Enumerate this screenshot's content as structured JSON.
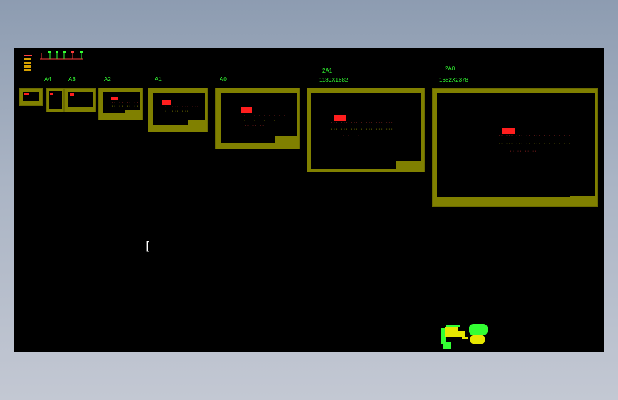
{
  "canvas": {
    "background": "#000000",
    "frame_color": "#808000",
    "label_color": "#33ff33"
  },
  "labels": {
    "a4": "A4",
    "a3": "A3",
    "a2": "A2",
    "a1": "A1",
    "a0": "A0",
    "a1x2": "2A1",
    "a1x2_size": "1189X1682",
    "a0x2": "2A0",
    "a0x2_size": "1682X2378"
  },
  "icons": {
    "scale_bar": "scale-bar-icon",
    "legend": "legend-icon",
    "cursor": "crosshair-cursor-icon",
    "blocks": "block-cluster-icon"
  }
}
